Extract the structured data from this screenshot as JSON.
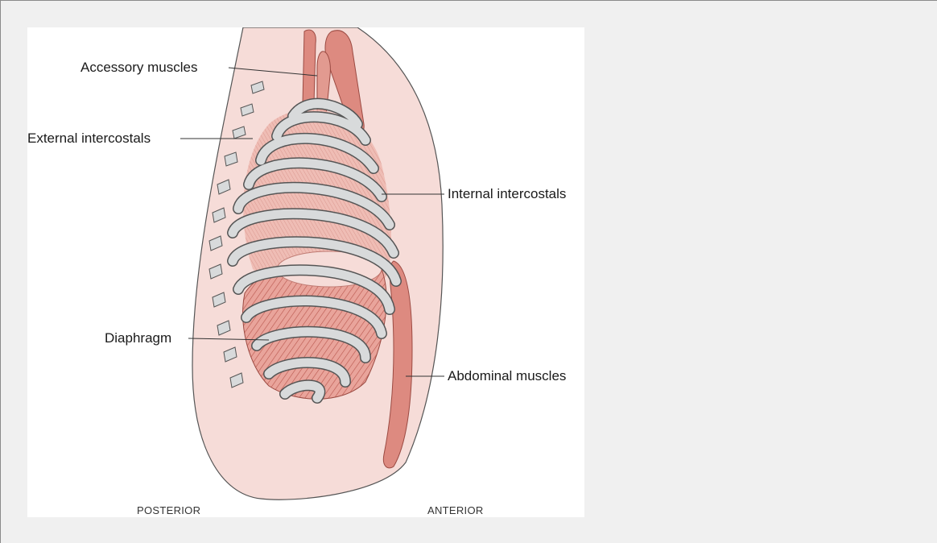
{
  "labels": {
    "accessory": "Accessory muscles",
    "external": "External intercostals",
    "internal": "Internal intercostals",
    "diaphragm": "Diaphragm",
    "abdominal": "Abdominal muscles",
    "posterior": "POSTERIOR",
    "anterior": "ANTERIOR"
  },
  "colors": {
    "body_fill": "#f6dcd8",
    "muscle": "#dd8a80",
    "rib": "#d8dadb",
    "outline": "#444444"
  }
}
